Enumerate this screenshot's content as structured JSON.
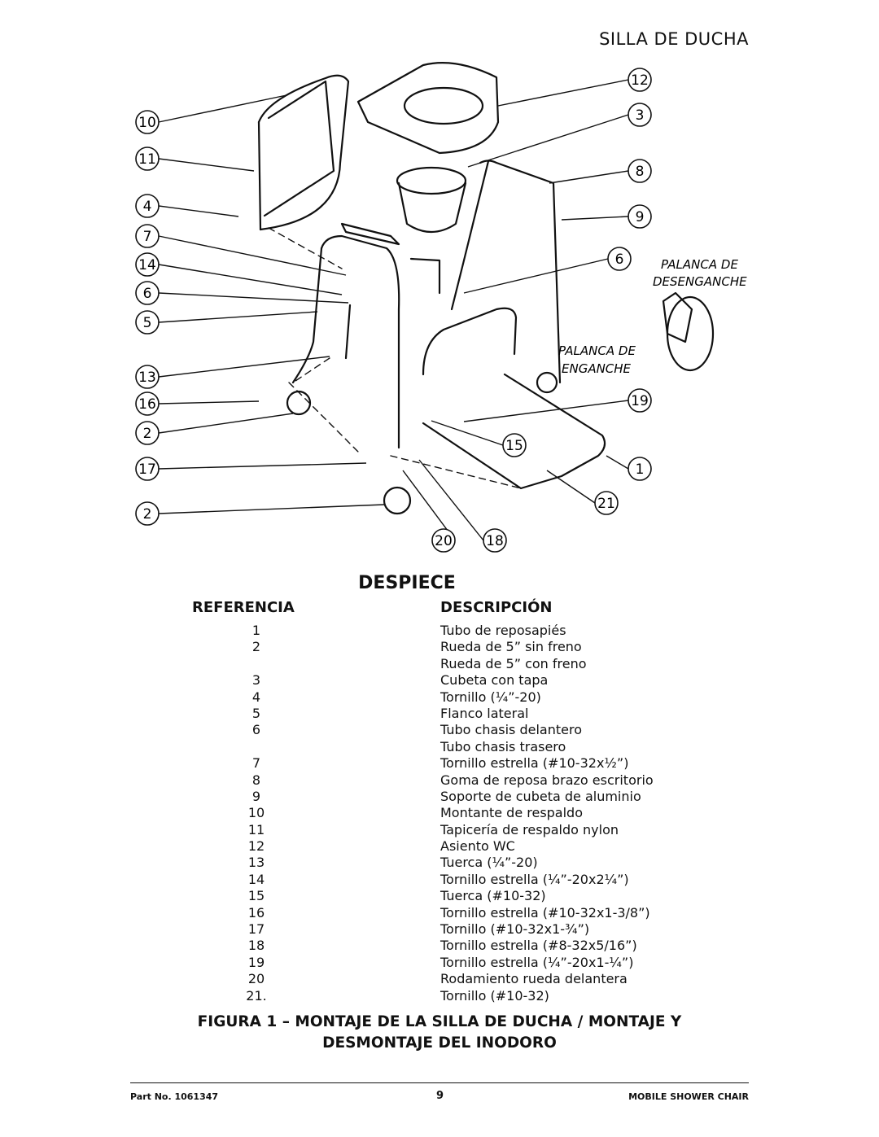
{
  "header": {
    "title": "SILLA DE DUCHA"
  },
  "diagram": {
    "callouts_left": [
      "10",
      "11",
      "4",
      "7",
      "14",
      "6",
      "5",
      "13",
      "16",
      "2",
      "17",
      "2"
    ],
    "callouts_right": [
      "12",
      "3",
      "8",
      "9",
      "6",
      "19",
      "15",
      "1",
      "21",
      "18"
    ],
    "callout_bottom": "20",
    "note_release": [
      "PALANCA DE",
      "DESENGANCHE"
    ],
    "note_engage": [
      "PALANCA DE",
      "ENGANCHE"
    ]
  },
  "parts_list": {
    "title": "DESPIECE",
    "col_ref": "REFERENCIA",
    "col_desc": "DESCRIPCIÓN",
    "rows": [
      {
        "ref": "1",
        "desc": "Tubo de reposapiés"
      },
      {
        "ref": "2",
        "desc": "Rueda de 5” sin freno"
      },
      {
        "ref": "",
        "desc": "Rueda de 5” con freno"
      },
      {
        "ref": "3",
        "desc": "Cubeta con tapa"
      },
      {
        "ref": "4",
        "desc": "Tornillo (¼”-20)"
      },
      {
        "ref": "5",
        "desc": "Flanco lateral"
      },
      {
        "ref": "6",
        "desc": "Tubo chasis delantero"
      },
      {
        "ref": "",
        "desc": "Tubo chasis trasero"
      },
      {
        "ref": "7",
        "desc": "Tornillo estrella (#10-32x½”)"
      },
      {
        "ref": "8",
        "desc": "Goma de reposa brazo escritorio"
      },
      {
        "ref": "9",
        "desc": "Soporte de cubeta de aluminio"
      },
      {
        "ref": "10",
        "desc": "Montante de respaldo"
      },
      {
        "ref": "11",
        "desc": "Tapicería de respaldo nylon"
      },
      {
        "ref": "12",
        "desc": "Asiento WC"
      },
      {
        "ref": "13",
        "desc": "Tuerca (¼”-20)"
      },
      {
        "ref": "14",
        "desc": "Tornillo estrella (¼”-20x2¼”)"
      },
      {
        "ref": "15",
        "desc": "Tuerca (#10-32)"
      },
      {
        "ref": "16",
        "desc": "Tornillo estrella (#10-32x1-3/8”)"
      },
      {
        "ref": "17",
        "desc": "Tornillo (#10-32x1-¾”)"
      },
      {
        "ref": "18",
        "desc": "Tornillo estrella (#8-32x5/16”)"
      },
      {
        "ref": "19",
        "desc": "Tornillo estrella (¼”-20x1-¼”)"
      },
      {
        "ref": "20",
        "desc": "Rodamiento rueda delantera"
      },
      {
        "ref": "21.",
        "desc": "Tornillo (#10-32)"
      }
    ]
  },
  "figure_caption": {
    "line1": "FIGURA 1 – MONTAJE DE LA SILLA DE DUCHA / MONTAJE Y",
    "line2": "DESMONTAJE DEL INODORO"
  },
  "footer": {
    "left": "Part No. 1061347",
    "center": "9",
    "right": "MOBILE SHOWER CHAIR"
  }
}
